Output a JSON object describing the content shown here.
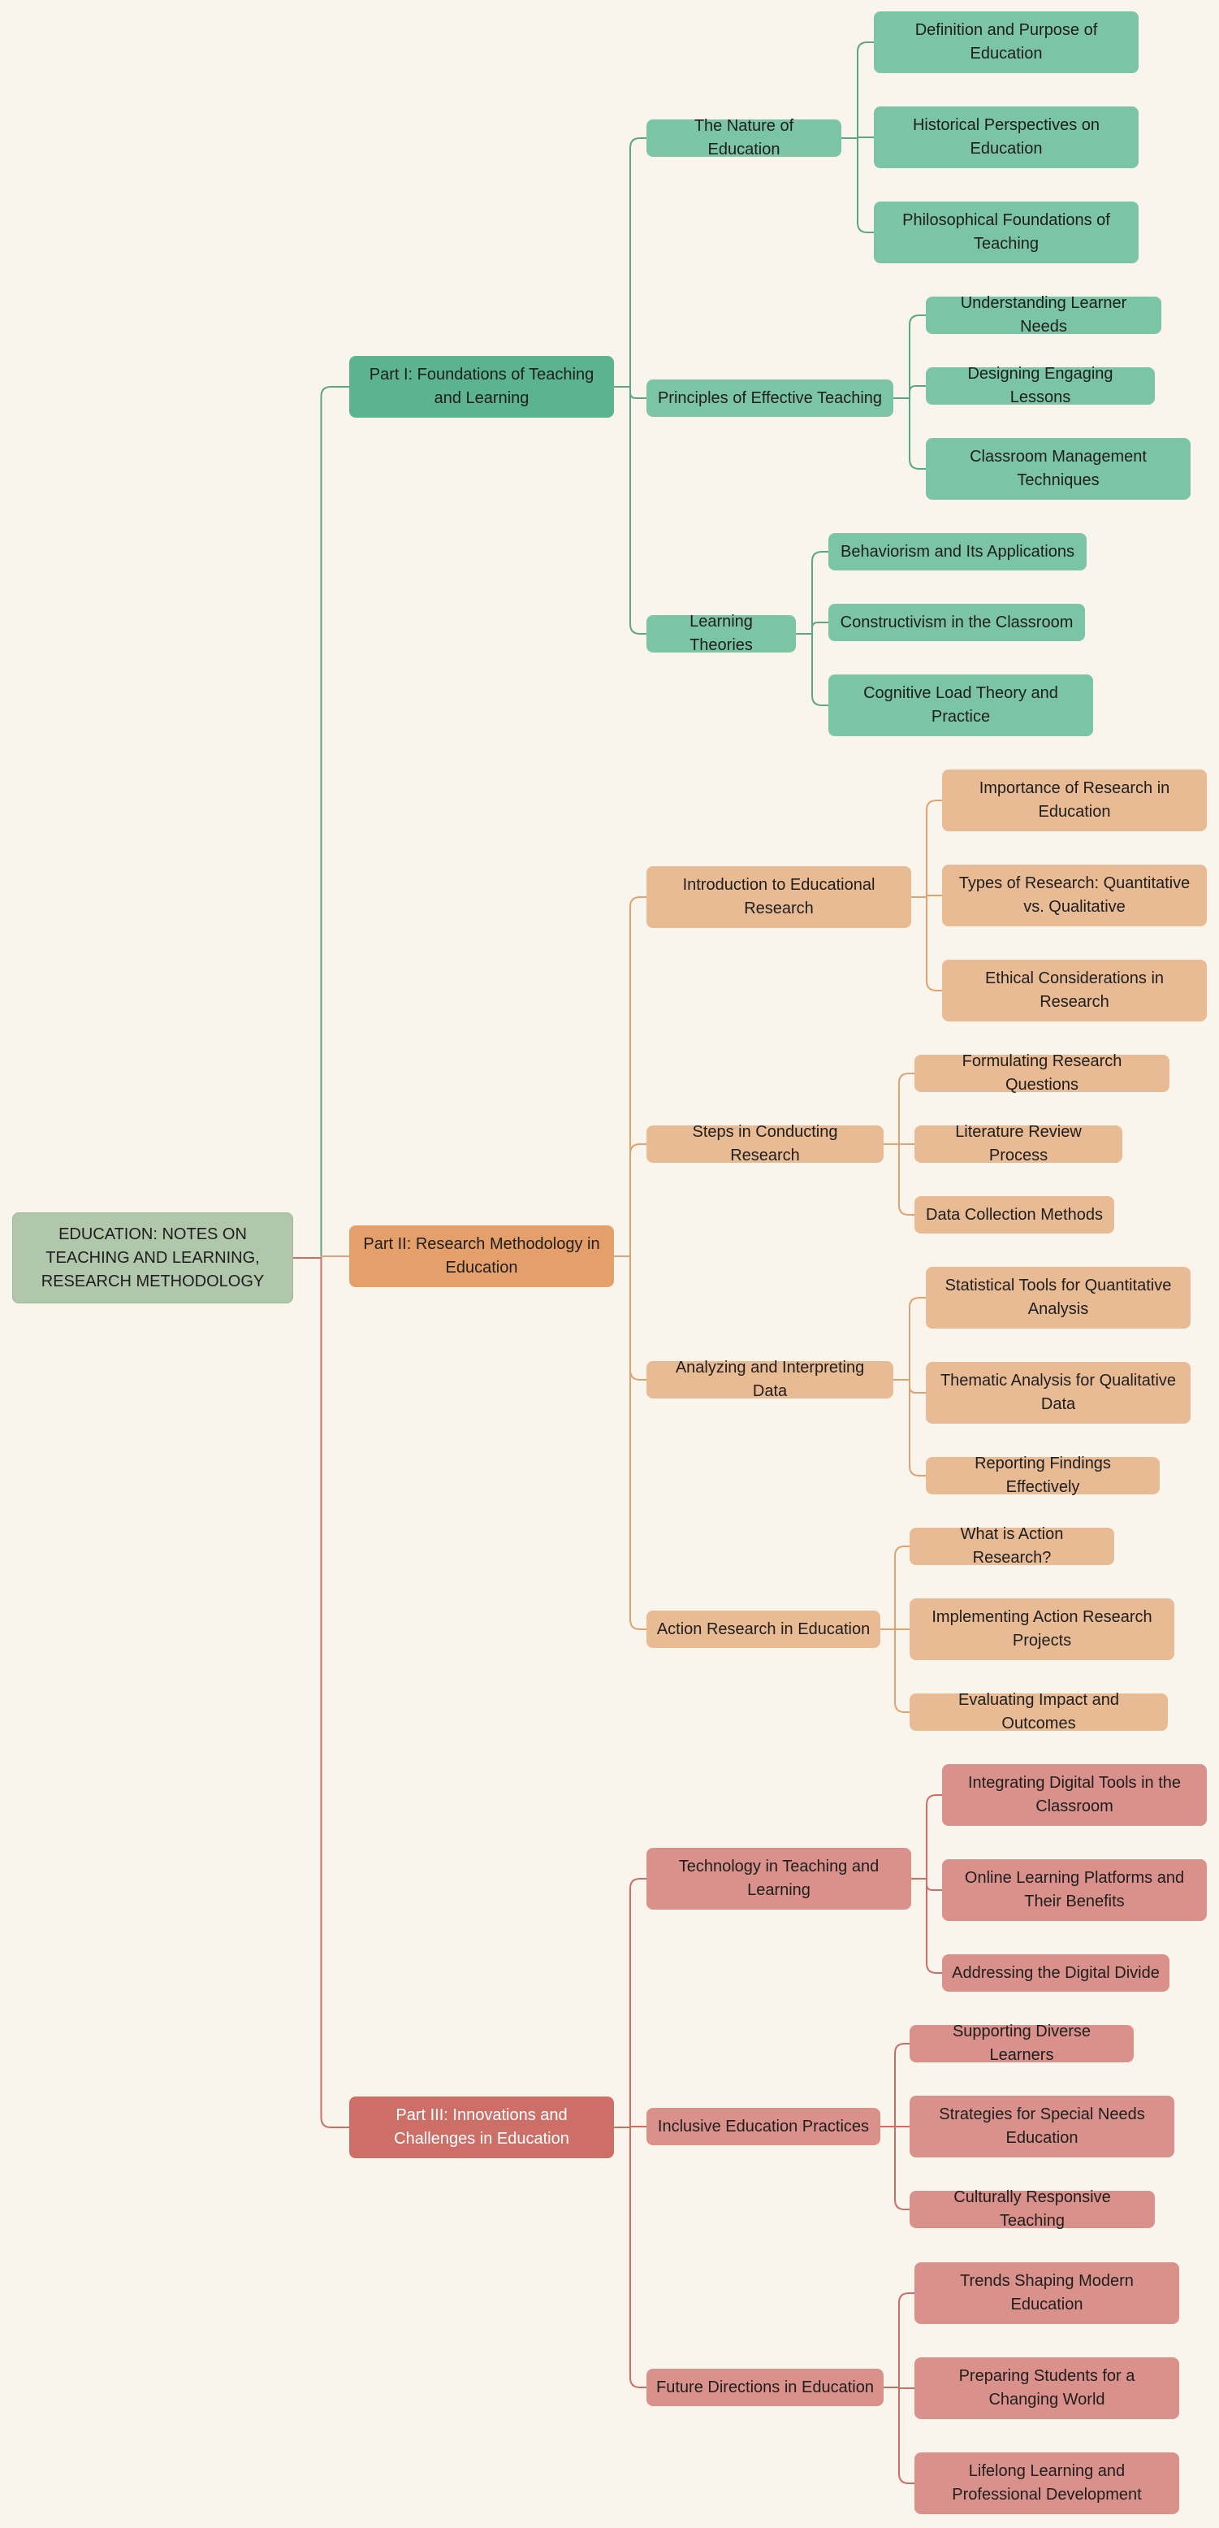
{
  "root": {
    "label": "EDUCATION: NOTES ON TEACHING AND LEARNING, RESEARCH METHODOLOGY"
  },
  "colors": {
    "background": "#f9f4ec",
    "root": "#b0c7ab",
    "part1": "#5bb390",
    "part1_child": "#7cc4a6",
    "part1_line": "#5aa685",
    "part2": "#e49f6b",
    "part2_child": "#e9bb95",
    "part2_line": "#e0a36f",
    "part3": "#cd6e67",
    "part3_child": "#da918b",
    "part3_line": "#cc6e66"
  },
  "parts": [
    {
      "label": "Part I: Foundations of Teaching and Learning",
      "sections": [
        {
          "label": "The Nature of Education",
          "topics": [
            "Definition and Purpose of Education",
            "Historical Perspectives on Education",
            "Philosophical Foundations of Teaching"
          ]
        },
        {
          "label": "Principles of Effective Teaching",
          "topics": [
            "Understanding Learner Needs",
            "Designing Engaging Lessons",
            "Classroom Management Techniques"
          ]
        },
        {
          "label": "Learning Theories",
          "topics": [
            "Behaviorism and Its Applications",
            "Constructivism in the Classroom",
            "Cognitive Load Theory and Practice"
          ]
        }
      ]
    },
    {
      "label": "Part II: Research Methodology in Education",
      "sections": [
        {
          "label": "Introduction to Educational Research",
          "topics": [
            "Importance of Research in Education",
            "Types of Research: Quantitative vs. Qualitative",
            "Ethical Considerations in Research"
          ]
        },
        {
          "label": "Steps in Conducting Research",
          "topics": [
            "Formulating Research Questions",
            "Literature Review Process",
            "Data Collection Methods"
          ]
        },
        {
          "label": "Analyzing and Interpreting Data",
          "topics": [
            "Statistical Tools for Quantitative Analysis",
            "Thematic Analysis for Qualitative Data",
            "Reporting Findings Effectively"
          ]
        },
        {
          "label": "Action Research in Education",
          "topics": [
            "What is Action Research?",
            "Implementing Action Research Projects",
            "Evaluating Impact and Outcomes"
          ]
        }
      ]
    },
    {
      "label": "Part III: Innovations and Challenges in Education",
      "sections": [
        {
          "label": "Technology in Teaching and Learning",
          "topics": [
            "Integrating Digital Tools in the Classroom",
            "Online Learning Platforms and Their Benefits",
            "Addressing the Digital Divide"
          ]
        },
        {
          "label": "Inclusive Education Practices",
          "topics": [
            "Supporting Diverse Learners",
            "Strategies for Special Needs Education",
            "Culturally Responsive Teaching"
          ]
        },
        {
          "label": "Future Directions in Education",
          "topics": [
            "Trends Shaping Modern Education",
            "Preparing Students for a Changing World",
            "Lifelong Learning and Professional Development"
          ]
        }
      ]
    }
  ]
}
